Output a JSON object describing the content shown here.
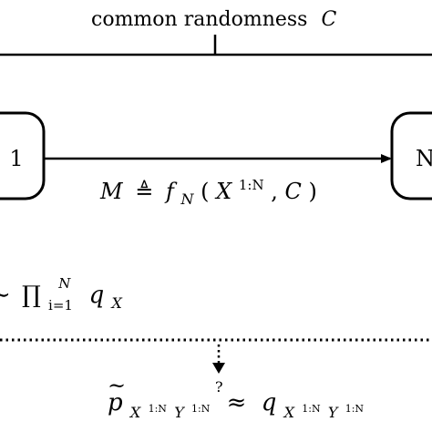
{
  "diagram": {
    "common_randomness": {
      "label": "common randomness",
      "symbol": "C"
    },
    "node_left": {
      "label": "1"
    },
    "node_right": {
      "label": "N"
    },
    "message": {
      "lhs": "M",
      "defeq": "≜",
      "func": "f",
      "func_sub": "N",
      "open": "(",
      "arg": "X",
      "arg_sup": "1:N",
      "sep": ", ",
      "arg2": "C",
      "close": ")"
    },
    "source_dist": {
      "prefix": "∼",
      "product": "∏",
      "prod_sub": "i=1",
      "prod_sup": "N",
      "q": "q",
      "q_sub": "X"
    },
    "target": {
      "p": "p",
      "tilde": "~",
      "p_sub_X": "X",
      "p_sub_X_sup": "1:N",
      "p_sub_Y": "Y",
      "p_sub_Y_sup": "1:N",
      "question": "?",
      "approx": "≈",
      "q": "q",
      "q_sub_X": "X",
      "q_sub_X_sup": "1:N",
      "q_sub_Y": "Y",
      "q_sub_Y_sup": "1:N"
    }
  }
}
